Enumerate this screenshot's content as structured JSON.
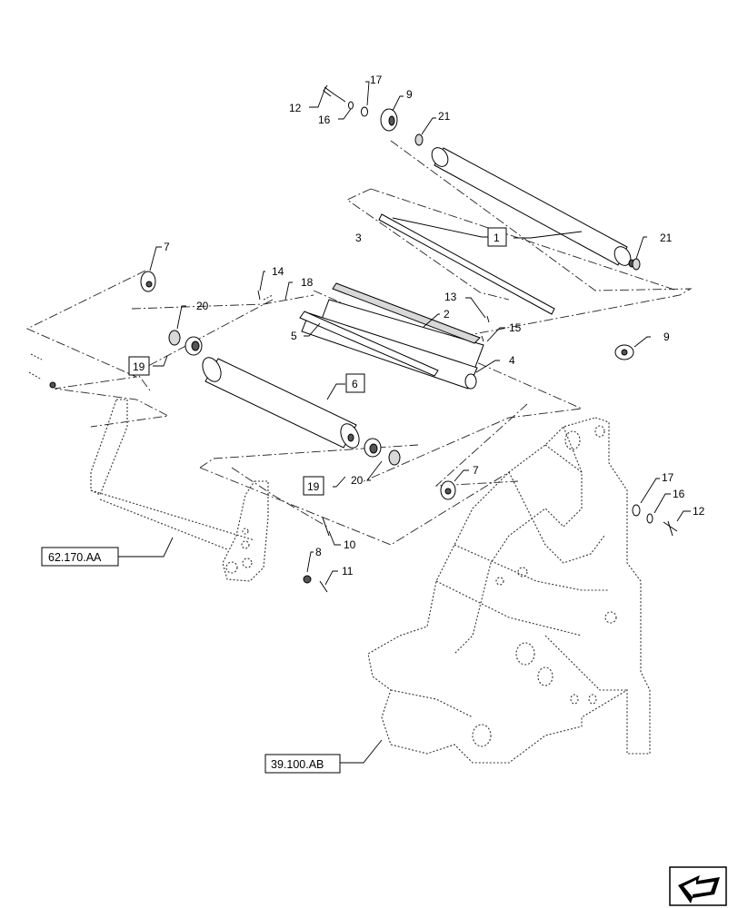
{
  "callouts": {
    "c1": "1",
    "c2": "2",
    "c3": "3",
    "c4": "4",
    "c5": "5",
    "c6": "6",
    "c7a": "7",
    "c7b": "7",
    "c8": "8",
    "c9a": "9",
    "c9b": "9",
    "c10": "10",
    "c11": "11",
    "c12a": "12",
    "c12b": "12",
    "c13": "13",
    "c14": "14",
    "c15": "15",
    "c16a": "16",
    "c16b": "16",
    "c17a": "17",
    "c17b": "17",
    "c18": "18",
    "c19a": "19",
    "c19b": "19",
    "c20a": "20",
    "c20b": "20",
    "c21a": "21",
    "c21b": "21"
  },
  "references": {
    "ref_a": "62.170.AA",
    "ref_b": "39.100.AB"
  },
  "nav_icon": "next-page-arrow-icon"
}
